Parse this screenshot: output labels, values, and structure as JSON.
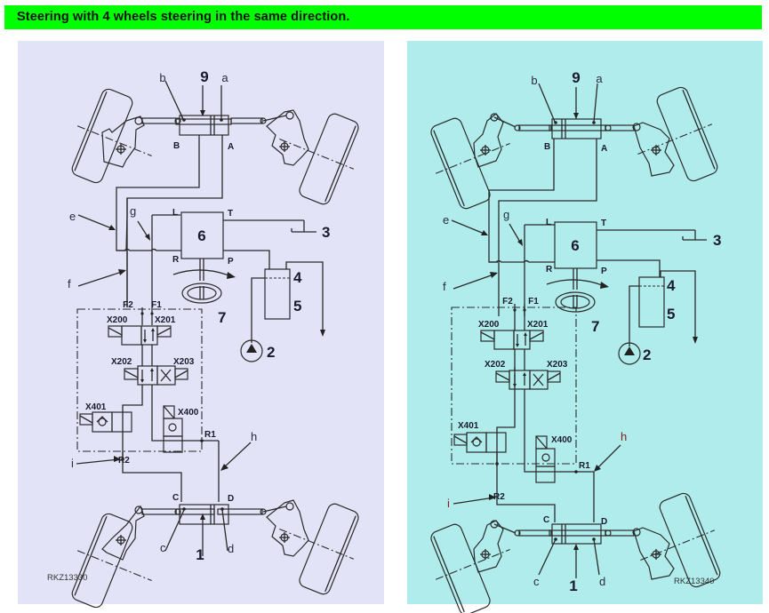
{
  "header": {
    "title": "Steering with 4 wheels steering in the same direction.",
    "background_color": "#00ff00"
  },
  "diagrams": [
    {
      "id": "left",
      "background_color": "#e2e3f7",
      "reference_code": "RKZ13330",
      "front_axle": {
        "cylinder_number": "9",
        "port_left": "B",
        "port_right": "A",
        "chamber_left": "b",
        "chamber_right": "a"
      },
      "rear_axle": {
        "cylinder_number": "1",
        "port_left": "C",
        "port_right": "D",
        "chamber_left": "c",
        "chamber_right": "d"
      },
      "steering_unit": {
        "number": "6",
        "ports": {
          "L": "L",
          "T": "T",
          "R": "R",
          "P": "P"
        }
      },
      "components": {
        "pump": "2",
        "drain": "3",
        "tank_upper": "4",
        "tank_lower": "5",
        "steering_wheel": "7"
      },
      "lines": {
        "e": "e",
        "f": "f",
        "g": "g",
        "h": "h",
        "i": "i"
      },
      "valve_block": {
        "ports": [
          "F2",
          "F1",
          "R1",
          "R2"
        ],
        "valves": [
          "X200",
          "X201",
          "X202",
          "X203",
          "X401",
          "X400"
        ]
      }
    },
    {
      "id": "right",
      "background_color": "#b0ecec",
      "reference_code": "RKZ13340",
      "front_axle": {
        "cylinder_number": "9",
        "port_left": "B",
        "port_right": "A",
        "chamber_left": "b",
        "chamber_right": "a"
      },
      "rear_axle": {
        "cylinder_number": "1",
        "port_left": "C",
        "port_right": "D",
        "chamber_left": "c",
        "chamber_right": "d"
      },
      "steering_unit": {
        "number": "6",
        "ports": {
          "L": "L",
          "T": "T",
          "R": "R",
          "P": "P"
        }
      },
      "components": {
        "pump": "2",
        "drain": "3",
        "tank_upper": "4",
        "tank_lower": "5",
        "steering_wheel": "7"
      },
      "lines": {
        "e": "e",
        "f": "f",
        "g": "g",
        "h": "h",
        "i": "i"
      },
      "valve_block": {
        "ports": [
          "F2",
          "F1",
          "R1",
          "R2"
        ],
        "valves": [
          "X200",
          "X201",
          "X202",
          "X203",
          "X401",
          "X400"
        ]
      }
    }
  ]
}
